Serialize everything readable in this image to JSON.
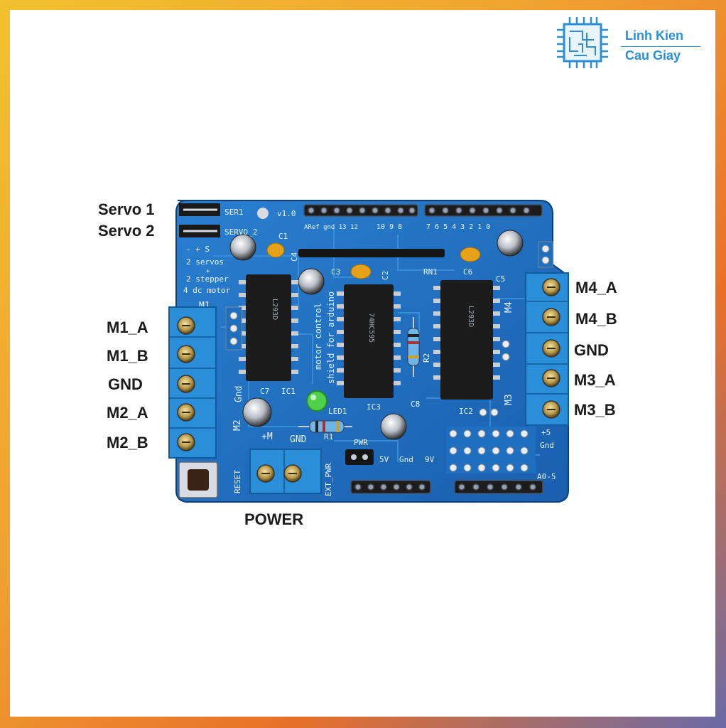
{
  "brand": {
    "line1": "Linh Kien",
    "line2": "Cau Giay",
    "color": "#2a8fd6"
  },
  "labels": {
    "servo1": "Servo 1",
    "servo2": "Servo 2",
    "m1a": "M1_A",
    "m1b": "M1_B",
    "gnd_left": "GND",
    "m2a": "M2_A",
    "m2b": "M2_B",
    "m4a": "M4_A",
    "m4b": "M4_B",
    "gnd_right": "GND",
    "m3a": "M3_A",
    "m3b": "M3_B",
    "power": "POWER"
  },
  "silkscreen": {
    "ser1": "SER1",
    "servo2": "SERVO_2",
    "version": "v1.0",
    "aref": "ARef gnd 13 12",
    "pins_mid": "10  9  8",
    "pins_right": "7  6  5  4  3  2  1  0",
    "polarity": "-  +  S",
    "desc1": "2 servos",
    "desc_plus1": "+",
    "desc2": "2 stepper",
    "desc3": "4 dc motor",
    "m1": "M1",
    "m2": "M2",
    "m3": "M3",
    "m4": "M4",
    "c1": "C1",
    "c2": "C2",
    "c3": "C3",
    "c4": "C4",
    "c5": "C5",
    "c6": "C6",
    "c7": "C7",
    "c8": "C8",
    "ic1": "IC1",
    "ic2": "IC2",
    "ic3": "IC3",
    "rn1": "RN1",
    "r1": "R1",
    "r2": "R2",
    "led1": "LED1",
    "motor_control": "motor control",
    "shield": "shield for arduino",
    "gnd_vert": "Gnd",
    "plus_m": "+M",
    "gnd": "GND",
    "pwr": "PWR",
    "ext_pwr": "EXT_PWR",
    "reset": "RESET",
    "v5": "5V",
    "gnd2": "Gnd",
    "v9": "9V",
    "plus5": "+5",
    "gnd3": "Gnd",
    "a05": "A0-5"
  },
  "colors": {
    "pcb": "#1f6fc0",
    "terminal": "#2a8fd8",
    "chip": "#1c1c1c"
  }
}
